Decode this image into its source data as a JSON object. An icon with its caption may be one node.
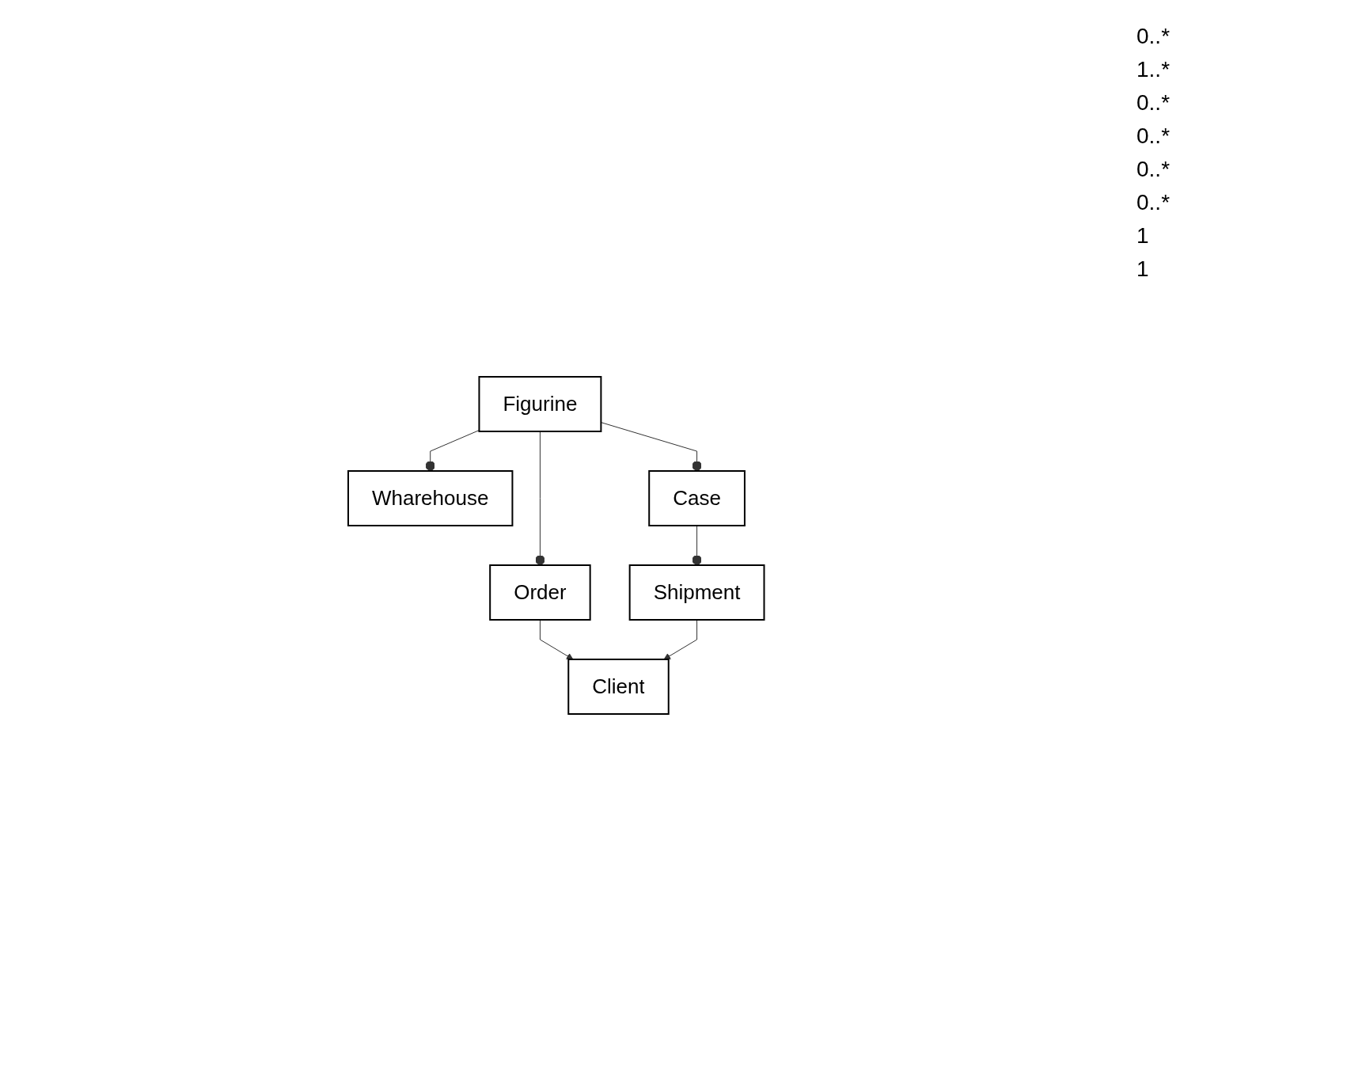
{
  "diagram": {
    "nodes": [
      {
        "text": [
          "Wharehouse"
        ]
      },
      {
        "text": [
          "Figurine"
        ]
      },
      {
        "text": [
          "Case"
        ]
      },
      {
        "text": [
          "Order"
        ]
      },
      {
        "text": [
          "Shipment"
        ]
      },
      {
        "text": [
          "Client"
        ]
      }
    ],
    "edges": [
      {
        "from": 1,
        "to": 0,
        "arrow": "other"
      },
      {
        "from": 1,
        "to": 2,
        "arrow": "other"
      },
      {
        "from": 1,
        "to": 3,
        "arrow": "other"
      },
      {
        "from": 2,
        "to": 4,
        "arrow": "other"
      },
      {
        "from": 3,
        "to": 5,
        "arrow": "to"
      },
      {
        "from": 4,
        "to": 5,
        "arrow": "to"
      }
    ],
    "labels": [
      "0..*",
      "1..*",
      "0..*",
      "0..*",
      "0..*",
      "0..*",
      "1",
      "1"
    ]
  }
}
